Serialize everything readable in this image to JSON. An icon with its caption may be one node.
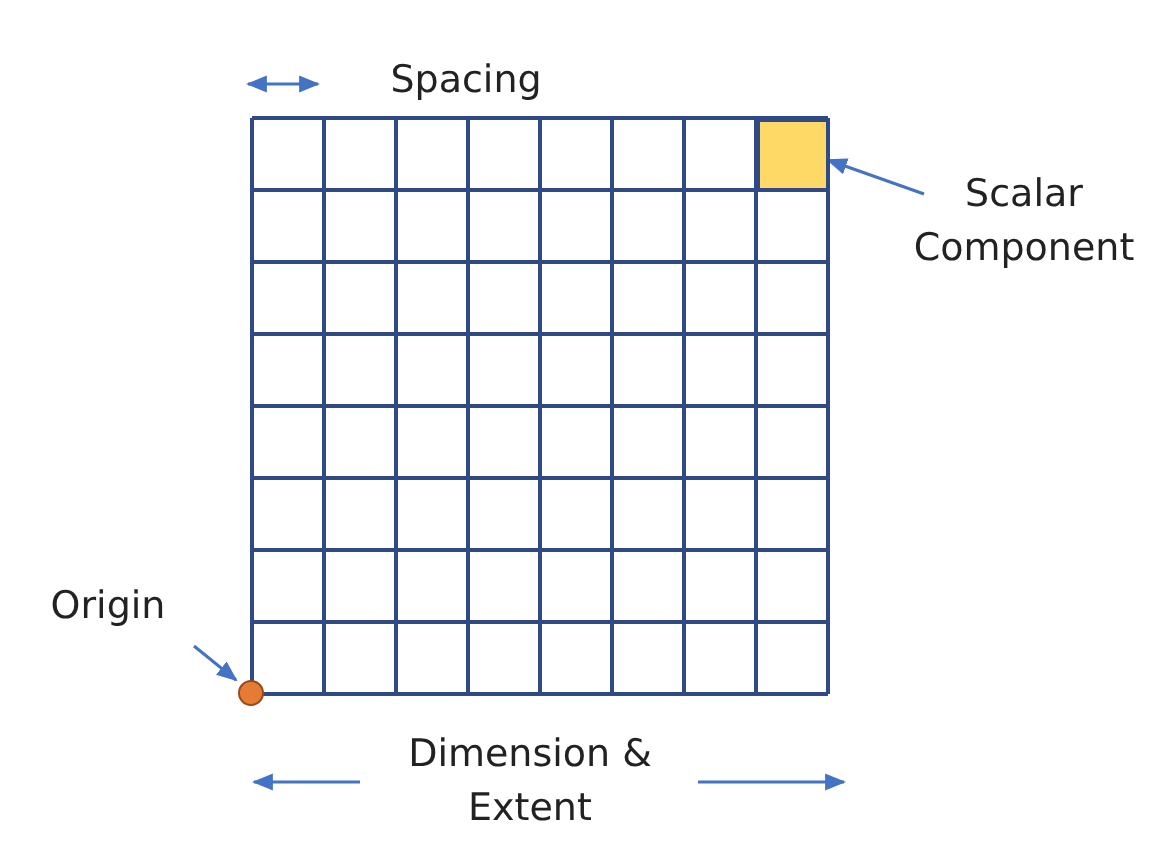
{
  "diagram": {
    "nodes": [
      {
        "text": [
          "Scalar Component"
        ]
      },
      {
        "text": [],
        "shape": "box"
      },
      {
        "text": [
          "Origin"
        ]
      },
      {
        "text": [],
        "shape": "circle"
      }
    ],
    "edges": [
      {
        "from": 0,
        "to": 1,
        "arrow": "to"
      },
      {
        "from": 2,
        "to": 3,
        "arrow": "to"
      }
    ],
    "labels": [
      "Spacing",
      "Dimension & Extent"
    ]
  }
}
